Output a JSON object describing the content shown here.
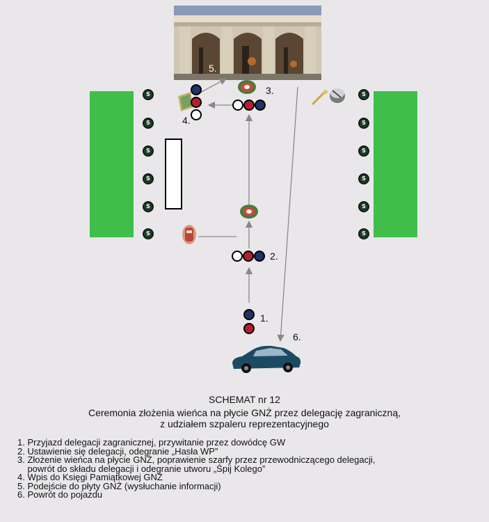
{
  "markers": {
    "soldier_letter": "S",
    "n1": "1.",
    "n2": "2.",
    "n3": "3.",
    "n4": "4.",
    "n5": "5.",
    "n6": "6."
  },
  "title": "SCHEMAT nr 12",
  "subtitle_line1": "Ceremonia złożenia wieńca na płycie GNŻ przez delegację zagraniczną,",
  "subtitle_line2": "z udziałem szpaleru reprezentacyjnego",
  "steps": [
    "1. Przyjazd delegacji zagranicznej, przywitanie przez dowódcę GW",
    "2. Ustawienie się delegacji, odegranie „Hasła WP”",
    "3. Złożenie wieńca na płycie GNŻ, poprawienie szarfy przez przewodniczącego delegacji,",
    "    powrót do składu delegacji i odegranie utworu „Śpij Kolego”",
    "4. Wpis do Księgi Pamiątkowej GNŻ",
    "5. Podejście do płyty GNŻ (wysłuchanie informacji)",
    "6. Powrót do pojazdu"
  ],
  "colors": {
    "green": "#3fbf4a",
    "navy": "#1f3366",
    "red": "#b3202c",
    "white": "#ffffff",
    "soldier": "#1f3b28",
    "car": "#1d4a63"
  },
  "icons": [
    "tomb-photo",
    "wreath-icon",
    "book-icon",
    "drum-icon",
    "trumpet-icon",
    "car-icon"
  ]
}
